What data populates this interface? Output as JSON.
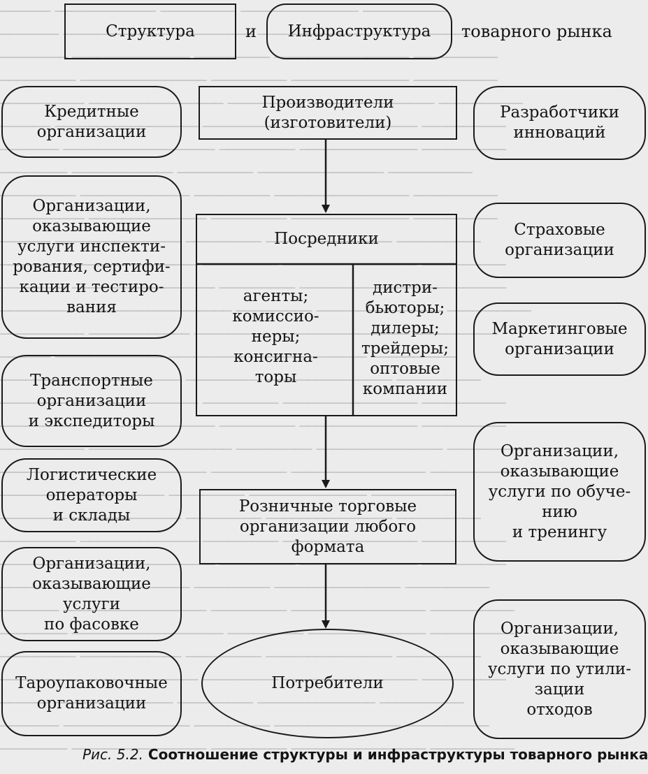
{
  "header": {
    "structure": "Структура",
    "and": "и",
    "infrastructure": "Инфраструктура",
    "tail": "товарного рынка"
  },
  "center": {
    "producers": "Производители\n(изготовители)",
    "intermediaries_title": "Посредники",
    "intermediaries_left": "агенты;\nкомиссио-\nнеры;\nконсигна-\nторы",
    "intermediaries_right": "дистри-\nбьюторы;\nдилеры;\nтрейдеры;\nоптовые\nкомпании",
    "retail": "Розничные торговые\nорганизации любого\nформата",
    "consumers": "Потребители"
  },
  "left": [
    "Кредитные\nорганизации",
    "Организации,\nоказывающие\nуслуги инспекти-\nрования, сертифи-\nкации и тестиро-\nвания",
    "Транспортные\nорганизации\nи экспедиторы",
    "Логистические\nоператоры\nи склады",
    "Организации,\nоказывающие\nуслуги\nпо фасовке",
    "Тароупаковочные\nорганизации"
  ],
  "right": [
    "Разработчики\nинноваций",
    "Страховые\nорганизации",
    "Маркетинговые\nорганизации",
    "Организации,\nоказывающие\nуслуги по обуче-\nнию\nи тренингу",
    "Организации,\nоказывающие\nуслуги по утили-\nзации\nотходов"
  ],
  "caption": {
    "figure": "Рис. 5.2.",
    "text": "Соотношение структуры и инфраструктуры товарного рынка"
  },
  "colors": {
    "ink": "#1a1a1a",
    "paper": "#ececec"
  }
}
